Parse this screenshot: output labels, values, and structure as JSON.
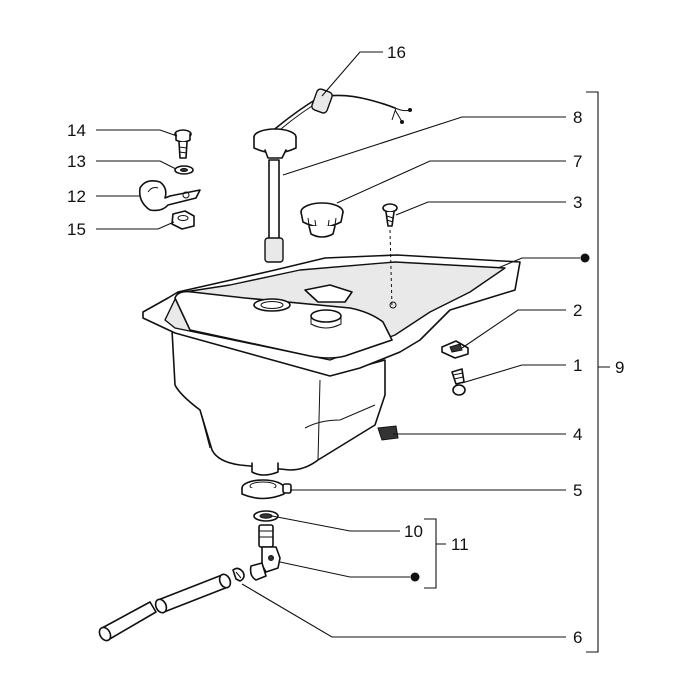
{
  "callouts": {
    "c1": "1",
    "c2": "2",
    "c3": "3",
    "c4": "4",
    "c5": "5",
    "c6": "6",
    "c7": "7",
    "c8": "8",
    "c9": "9",
    "c10": "10",
    "c11": "11",
    "c12": "12",
    "c13": "13",
    "c14": "14",
    "c15": "15",
    "c16": "16"
  },
  "colors": {
    "ink": "#111111",
    "background": "#ffffff"
  }
}
